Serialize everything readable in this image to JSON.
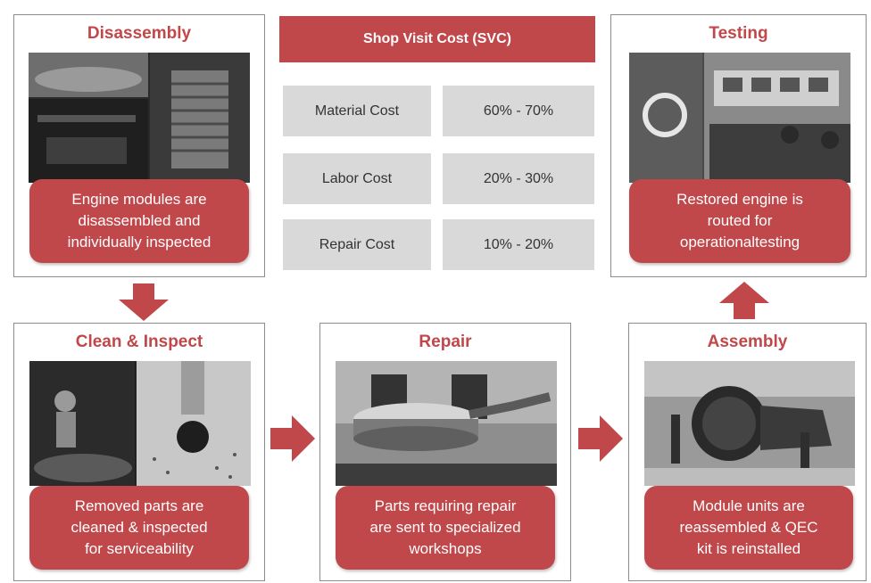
{
  "svc": {
    "title": "Shop Visit Cost (SVC)",
    "rows": [
      {
        "label": "Material Cost",
        "value": "60% - 70%"
      },
      {
        "label": "Labor Cost",
        "value": "20% - 30%"
      },
      {
        "label": "Repair Cost",
        "value": "10% - 20%"
      }
    ]
  },
  "steps": {
    "disassembly": {
      "title": "Disassembly",
      "lines": [
        "Engine modules are",
        "disassembled and",
        "individually inspected"
      ]
    },
    "testing": {
      "title": "Testing",
      "lines": [
        "Restored engine is",
        "routed for",
        "operationaltesting"
      ]
    },
    "clean_inspect": {
      "title": "Clean & Inspect",
      "lines": [
        "Removed parts are",
        "cleaned & inspected",
        "for serviceability"
      ]
    },
    "repair": {
      "title": "Repair",
      "lines": [
        "Parts requiring repair",
        "are sent to specialized",
        "workshops"
      ]
    },
    "assembly": {
      "title": "Assembly",
      "lines": [
        "Module units are",
        "reassembled & QEC",
        "kit is reinstalled"
      ]
    }
  },
  "colors": {
    "accent": "#c0474a",
    "cell": "#d9d9d9",
    "border": "#8c8c8c"
  }
}
